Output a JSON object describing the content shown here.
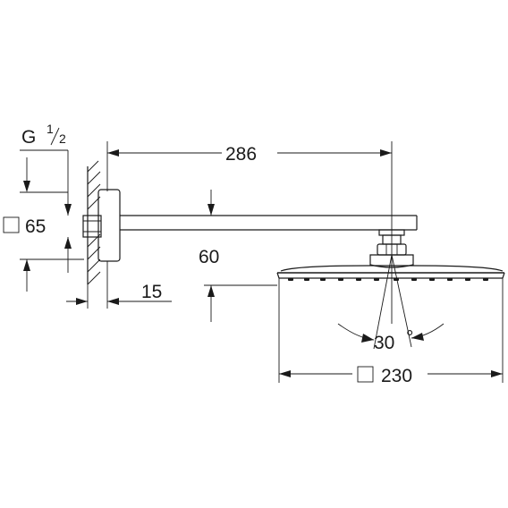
{
  "dimensions": {
    "thread_main": "G",
    "thread_num": "1",
    "thread_den": "2",
    "square_65": "65",
    "arm_length": "286",
    "drop": "60",
    "wall_offset": "15",
    "angle": "30",
    "angle_unit": "°",
    "square_230": "230"
  }
}
